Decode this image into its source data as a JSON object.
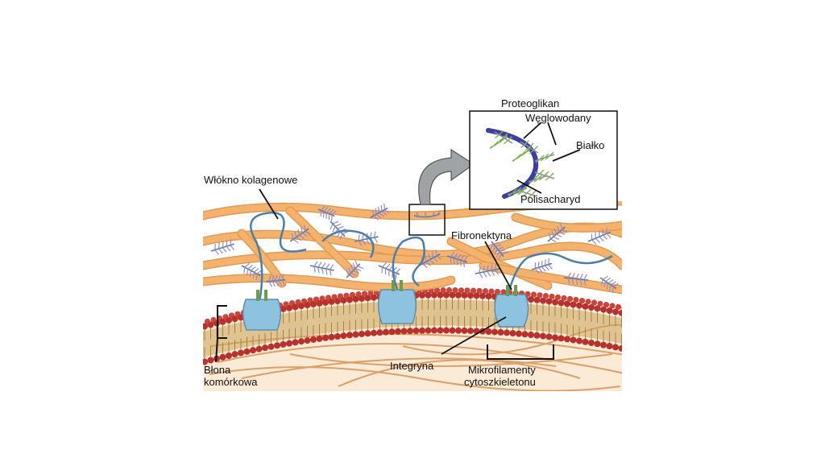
{
  "labels": {
    "proteoglycan": "Proteoglikan",
    "carbohydrates": "Węglowodany",
    "protein": "Białko",
    "polysaccharide": "Polisacharyd",
    "collagen_fiber": "Włókno kolagenowe",
    "fibronectin": "Fibronektyna",
    "membrane_line1": "Błona",
    "membrane_line2": "komórkowa",
    "integrin": "Integryna",
    "microfilaments_line1": "Mikrofilamenty",
    "microfilaments_line2": "cytoszkieletonu"
  },
  "colors": {
    "collagen": "#f3b36f",
    "collagen_stripe": "#e39a52",
    "proteoglycan_core": "#4a7fa8",
    "proteoglycan_branch": "#9a86c4",
    "protein_core": "#3d3f9e",
    "carbohydrate": "#7fb64a",
    "lipid_head": "#b8322d",
    "lipid_tail": "#c9a25a",
    "integrin": "#8ec3e0",
    "cytoplasm": "#fbead6",
    "microfilament": "#dba06a"
  },
  "icons": {
    "zoom_arrow": "curved-arrow-icon"
  }
}
